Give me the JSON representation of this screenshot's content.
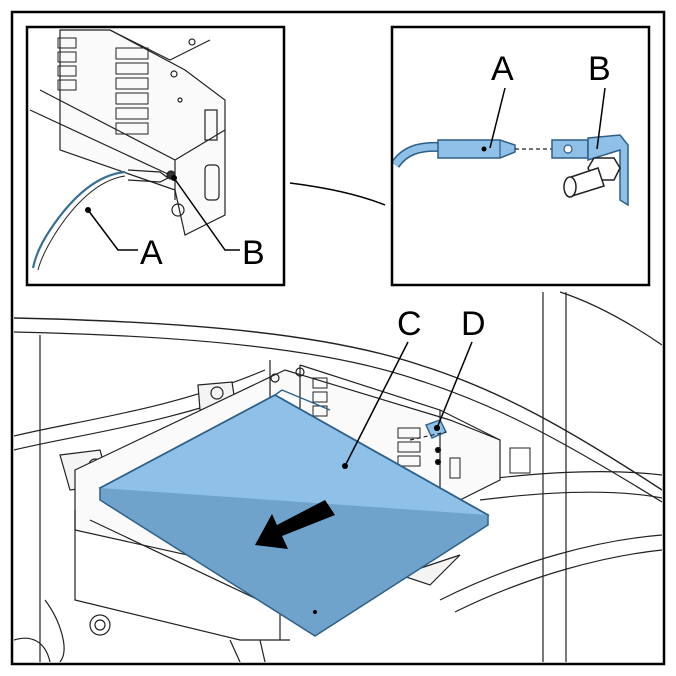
{
  "callouts": {
    "inset_left_a": "A",
    "inset_left_b": "B",
    "inset_right_a": "A",
    "inset_right_b": "B",
    "main_c": "C",
    "main_d": "D"
  },
  "colors": {
    "frame": "#000000",
    "panel_fill": "#8fc0e8",
    "panel_stroke": "#2e5f86",
    "line": "#222222",
    "light_fill": "#f4f4f4"
  }
}
